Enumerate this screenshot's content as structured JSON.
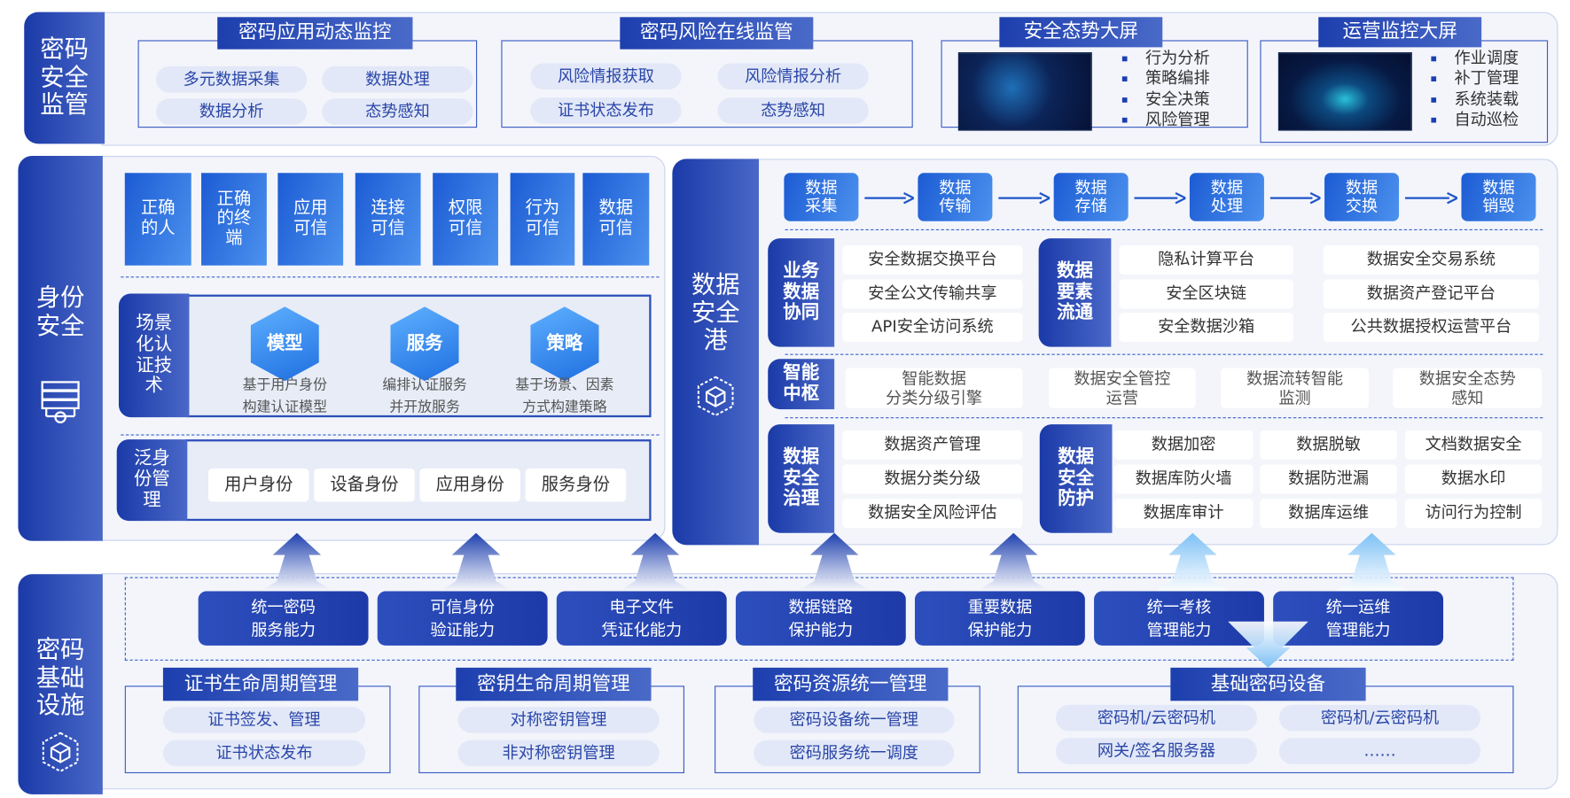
{
  "top": {
    "label": "密码\n安全\n监管",
    "groups": [
      {
        "title": "密码应用动态监控",
        "items": [
          "多元数据采集",
          "数据处理",
          "数据分析",
          "态势感知"
        ]
      },
      {
        "title": "密码风险在线监管",
        "items": [
          "风险情报获取",
          "风险情报分析",
          "证书状态发布",
          "态势感知"
        ]
      }
    ],
    "screens": [
      {
        "title": "安全态势大屏",
        "items": [
          "行为分析",
          "策略编排",
          "安全决策",
          "风险管理"
        ]
      },
      {
        "title": "运营监控大屏",
        "items": [
          "作业调度",
          "补丁管理",
          "系统装载",
          "自动巡检"
        ]
      }
    ]
  },
  "identity": {
    "label": "身份\n安全",
    "icon": "server-gear-icon",
    "trust": [
      "正确\n的人",
      "正确\n的终\n端",
      "应用\n可信",
      "连接\n可信",
      "权限\n可信",
      "行为\n可信",
      "数据\n可信"
    ],
    "scene": {
      "label": "场景\n化认\n证技\n术",
      "items": [
        {
          "name": "模型",
          "caption": "基于用户身份\n构建认证模型"
        },
        {
          "name": "服务",
          "caption": "编排认证服务\n并开放服务"
        },
        {
          "name": "策略",
          "caption": "基于场景、因素\n方式构建策略"
        }
      ]
    },
    "pan": {
      "label": "泛身\n份管\n理",
      "items": [
        "用户身份",
        "设备身份",
        "应用身份",
        "服务身份"
      ]
    }
  },
  "data_port": {
    "label": "数据\n安全\n港",
    "icon": "cube-network-icon",
    "flow": [
      "数据\n采集",
      "数据\n传输",
      "数据\n存储",
      "数据\n处理",
      "数据\n交换",
      "数据\n销毁"
    ],
    "biz": {
      "label": "业务\n数据\n协同",
      "items": [
        "安全数据交换平台",
        "安全公文传输共享",
        "API安全访问系统"
      ]
    },
    "element": {
      "label": "数据\n要素\n流通",
      "col1": [
        "隐私计算平台",
        "安全区块链",
        "安全数据沙箱"
      ],
      "col2": [
        "数据安全交易系统",
        "数据资产登记平台",
        "公共数据授权运营平台"
      ]
    },
    "hub": {
      "label": "智能\n中枢",
      "items": [
        "智能数据\n分类分级引擎",
        "数据安全管控\n运营",
        "数据流转智能\n监测",
        "数据安全态势\n感知"
      ]
    },
    "gov": {
      "label": "数据\n安全\n治理",
      "items": [
        "数据资产管理",
        "数据分类分级",
        "数据安全风险评估"
      ]
    },
    "protect": {
      "label": "数据\n安全\n防护",
      "items": [
        "数据加密",
        "数据脱敏",
        "文档数据安全",
        "数据库防火墙",
        "数据防泄漏",
        "数据水印",
        "数据库审计",
        "数据库运维",
        "访问行为控制"
      ]
    }
  },
  "infra": {
    "label": "密码\n基础\n设施",
    "icon": "cube-network-icon",
    "capabilities": [
      "统一密码\n服务能力",
      "可信身份\n验证能力",
      "电子文件\n凭证化能力",
      "数据链路\n保护能力",
      "重要数据\n保护能力",
      "统一考核\n管理能力",
      "统一运维\n管理能力"
    ],
    "groups": [
      {
        "title": "证书生命周期管理",
        "items": [
          "证书签发、管理",
          "证书状态发布"
        ]
      },
      {
        "title": "密钥生命周期管理",
        "items": [
          "对称密钥管理",
          "非对称密钥管理"
        ]
      },
      {
        "title": "密码资源统一管理",
        "items": [
          "密码设备统一管理",
          "密码服务统一调度"
        ]
      },
      {
        "title": "基础密码设备",
        "items": [
          "密码机/云密码机",
          "密码机/云密码机",
          "网关/签名服务器",
          "……"
        ]
      }
    ]
  },
  "colors": {
    "primary": "#1d3fae",
    "accent": "#4a8ff0",
    "panel": "#f3f5fb",
    "pill": "#e2e8f7"
  }
}
